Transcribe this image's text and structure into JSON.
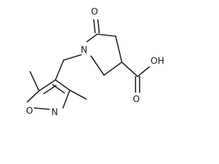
{
  "molecule": {
    "atoms": {
      "ring_oxygen": "O",
      "ring_nitrogen": "N",
      "lactam_nitrogen": "N",
      "ketone_oxygen": "O",
      "acid_carbonyl_oxygen": "O",
      "acid_hydroxyl": "OH"
    }
  }
}
